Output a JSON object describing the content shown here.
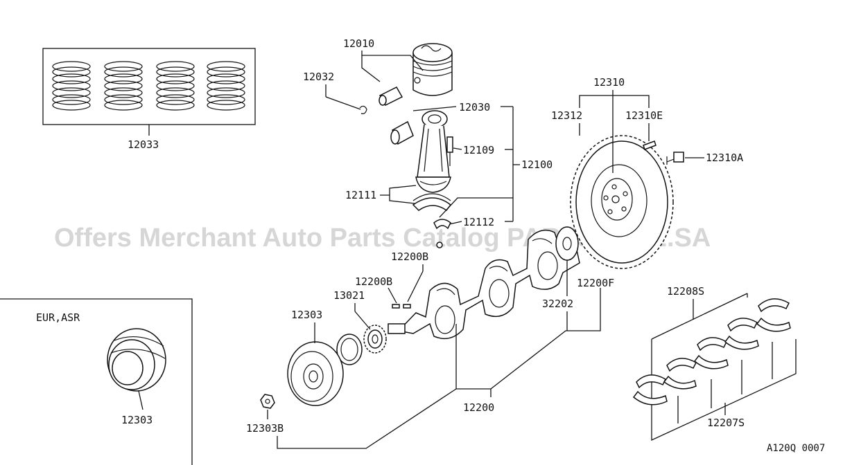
{
  "watermark": "Offers Merchant Auto Parts Catalog PARTSTORE.SA",
  "labels": {
    "p12010": "12010",
    "p12032": "12032",
    "p12033": "12033",
    "p12030": "12030",
    "p12109": "12109",
    "p12100": "12100",
    "p12111": "12111",
    "p12112": "12112",
    "p12200B_1": "12200B",
    "p12200B_2": "12200B",
    "p13021": "13021",
    "p12303": "12303",
    "p12303_eur": "12303",
    "p12303B": "12303B",
    "p12200": "12200",
    "p32202": "32202",
    "p12200F": "12200F",
    "p12310": "12310",
    "p12312": "12312",
    "p12310E": "12310E",
    "p12310A": "12310A",
    "p12208S": "12208S",
    "p12207S": "12207S"
  },
  "inset_title": "EUR,ASR",
  "figure_code": "A120Q 0007"
}
